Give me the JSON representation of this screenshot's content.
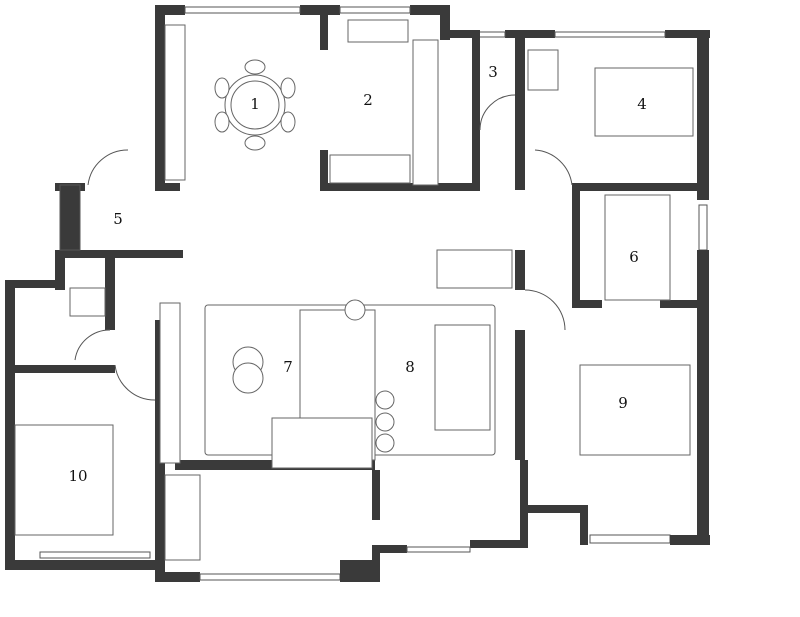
{
  "rooms": [
    {
      "label": "1"
    },
    {
      "label": "2"
    },
    {
      "label": "3"
    },
    {
      "label": "4"
    },
    {
      "label": "5"
    },
    {
      "label": "6"
    },
    {
      "label": "7"
    },
    {
      "label": "8"
    },
    {
      "label": "9"
    },
    {
      "label": "10"
    }
  ],
  "colors": {
    "wall": "#3a3a3a",
    "line": "#555555"
  }
}
